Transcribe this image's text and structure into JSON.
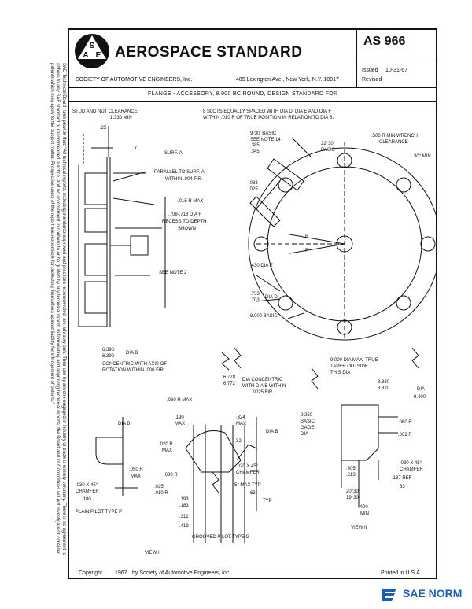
{
  "header": {
    "title": "AEROSPACE STANDARD",
    "standard_number": "AS 966",
    "issued_label": "Issued",
    "issued_date": "10-31-67",
    "revised_label": "Revised",
    "society": "SOCIETY OF AUTOMOTIVE ENGINEERS, Inc.",
    "address": "485 Lexington Ave., New York, N.Y. 10017",
    "logo_letters": "S A E"
  },
  "doc_title": "FLANGE - ACCESSORY, 8.000 BC ROUND, DESIGN STANDARD FOR",
  "side_note": "SAE Technical Board rules provide that: \"All technical reports, including standards approved and practices recommended, are advisory only. Their use by anyone engaged in industry or trade is entirely voluntary. There is no agreement to adhere to any SAE standard or recommended practice, and no commitment to conform to or be guided by any technical report. In formulating and approving technical reports, the Board and its Committees will not investigate or consider patents which may apply to the subject matter. Prospective users of the report are responsible for protecting themselves against liability for infringement of patents.\"",
  "callouts": {
    "stud_nut": "STUD AND NUT CLEARANCE",
    "stud_nut_min": "1.330 MIN",
    "dim_25": ".25",
    "c": "C",
    "surf_a": "SURF. A",
    "parallel": "PARALLEL TO SURF. A",
    "within_004": "WITHIN .004 FIR.",
    "r015": ".015 R MAX",
    "dia_f": ".708-.718 DIA F",
    "recess": "RECESS TO DEPTH",
    "shown": "SHOWN",
    "see_note_2": "SEE NOTE 2",
    "slots": "8 SLOTS EQUALLY SPACED WITH DIA D, DIA E AND DIA F",
    "slots_2": "WITHIN .010 R OF TRUE POSITION IN RELATION TO DIA B.",
    "basic_930": "9°30' BASIC",
    "see_note_14": "SEE NOTE 14",
    "basic_2230": "22°30'",
    "basic_word": "BASIC",
    "wrench": ".500 R MIN WRENCH",
    "clearance": "CLEARANCE",
    "min_30": "30° MIN",
    "d385": ".385",
    "d345": ".345",
    "d088": ".088",
    "d025": ".025",
    "r1": "R",
    "r2": "R",
    "dia_e": ".430 DIA E",
    "d733": ".733",
    "d703": ".703",
    "dia_d": "DIA D",
    "basic_8000": "8.000 BASIC",
    "d6398": "6.398",
    "d6390": "6.390",
    "dia_b": "DIA B",
    "concentric": "CONCENTRIC WITH AXIS OF",
    "rotation": "ROTATION WITHIN .000 FIR.",
    "d6778": "6.778",
    "d6772": "6.772",
    "dia_c_note": "DIA CONCENTRIC",
    "dia_c_note2": "WITH DIA B WITHIN",
    "dia_c_note3": ".0025 FIR.",
    "dia_max": "9.000 DIA MAX, TRUE",
    "taper": "TAPER OUTSIDE",
    "this_dia": "THIS DIA",
    "d8880": "8.880",
    "d8870": "8.870",
    "d9400": "9.400",
    "dia_lbl": "DIA",
    "d9250": "9.250",
    "basic2": "BASIC",
    "gage": "GAGE",
    "dia2": "DIA",
    "r060a": ".060 R MAX",
    "d190": ".190",
    "max1": "MAX",
    "d324": ".324",
    "max2": "MAX",
    "d32": "32",
    "r020": ".020 R",
    "max3": "MAX",
    "r030": ".030 R",
    "d025b": ".025",
    "d010": ".010 R",
    "chamfer": ".020 X 45°",
    "chamfer_lbl": "CHAMFER",
    "max_typ": "5° MAX TYP",
    "d63": "63",
    "typ": "TYP",
    "d193": ".193",
    "d183": ".183",
    "d312": ".312",
    "d419": ".419",
    "grooved": "GROOVED PILOT TYPE G",
    "dia_b2": "DIA B",
    "r050": ".050 R",
    "max4": "MAX",
    "chamfer2": ".030 X 45°",
    "chamfer2_lbl": "CHAMFER",
    "d180": ".180",
    "plain": "PLAIN PILOT TYPE P",
    "view_i": "VIEW I",
    "dia_b3": "DIA B",
    "r060b": ".060 R",
    "r062": ".062 R",
    "chamfer3": ".030 X 45°",
    "chamfer3_lbl": "CHAMFER",
    "d305": ".305",
    "d213": ".213",
    "ref187": ".187 REF",
    "d63b": "63",
    "ang1": "20°30'",
    "ang2": "19°30'",
    "d400": ".400",
    "min_lbl": "MIN",
    "view_ii": "VIEW II"
  },
  "footer": {
    "copyright": "Copyright",
    "year": "1967",
    "by": "by Society of Automotive Engineers, Inc.",
    "printed": "Printed in U.S.A.",
    "watermark": "SAE NORM"
  },
  "colors": {
    "ink": "#111111",
    "watermark": "#1a5fb4"
  }
}
